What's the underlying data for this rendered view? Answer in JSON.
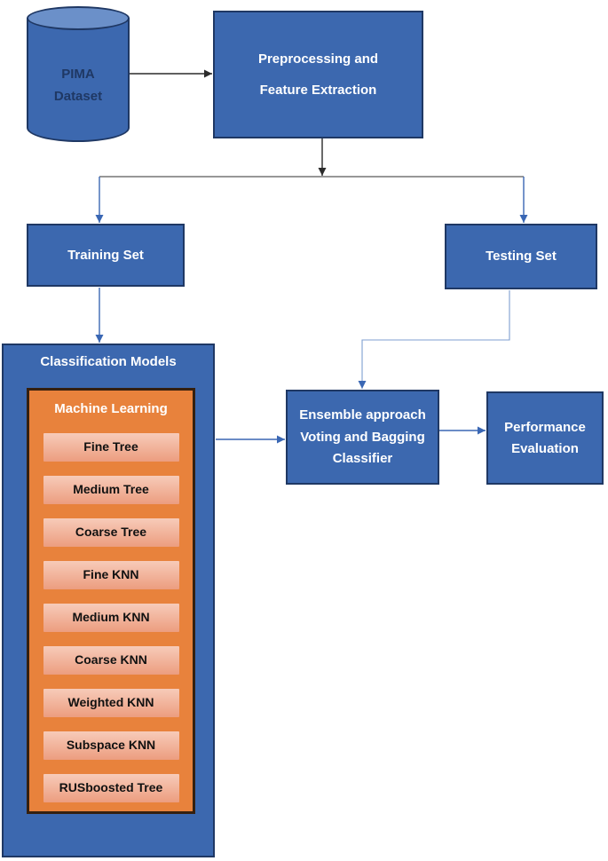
{
  "nodes": {
    "pima": {
      "line1": "PIMA",
      "line2": "Dataset"
    },
    "preprocessing": {
      "line1": "Preprocessing and",
      "line2": "Feature Extraction"
    },
    "training": {
      "label": "Training Set"
    },
    "testing": {
      "label": "Testing Set"
    },
    "classification": {
      "title": "Classification Models"
    },
    "ml": {
      "title": "Machine Learning",
      "items": [
        "Fine Tree",
        "Medium Tree",
        "Coarse Tree",
        "Fine KNN",
        "Medium KNN",
        "Coarse KNN",
        "Weighted KNN",
        "Subspace KNN",
        "RUSboosted Tree"
      ]
    },
    "ensemble": {
      "line1": "Ensemble approach",
      "line2": "Voting and Bagging",
      "line3": "Classifier"
    },
    "performance": {
      "line1": "Performance",
      "line2": "Evaluation"
    }
  },
  "colors": {
    "node_blue": "#3c68af",
    "node_border": "#1f3864",
    "cyl_top": "#6b90c9",
    "orange_fill": "#e8823c",
    "orange_border": "#35200f",
    "item_top": "#f7cbb9",
    "item_bottom": "#ec9d7f",
    "item_text": "#111111",
    "label_white": "#ffffff",
    "pima_text": "#1f3864",
    "arrow_black": "#2b2b2b",
    "arrow_gray": "#595959",
    "arrow_blue": "#3a67b4",
    "arrow_light": "#7f9fd0"
  }
}
